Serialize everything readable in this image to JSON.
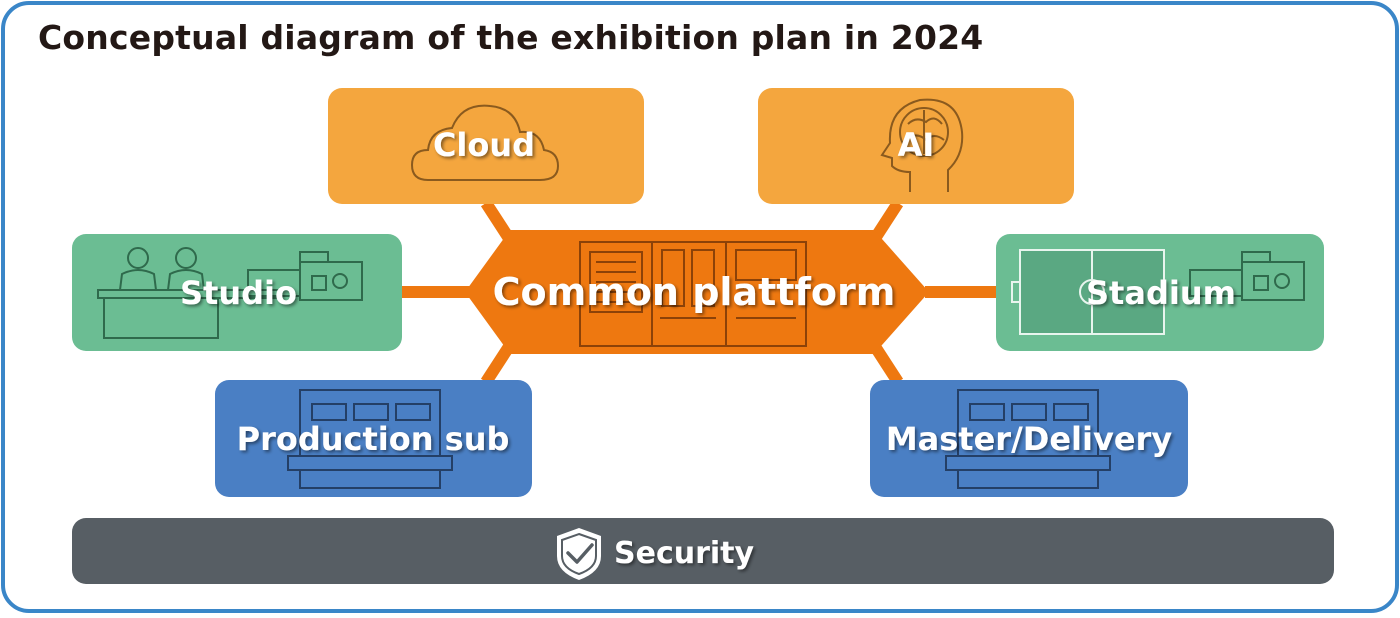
{
  "title": "Conceptual diagram of the exhibition plan in 2024",
  "center": {
    "label": "Common plattform",
    "color": "#ee7810"
  },
  "nodes": {
    "cloud": {
      "label": "Cloud",
      "color": "#f4a63e"
    },
    "ai": {
      "label": "AI",
      "color": "#f4a63e"
    },
    "studio": {
      "label": "Studio",
      "color": "#6bbd93"
    },
    "stadium": {
      "label": "Stadium",
      "color": "#6bbd93"
    },
    "production_sub": {
      "label": "Production sub",
      "color": "#4a7fc4"
    },
    "master_delivery": {
      "label": "Master/Delivery",
      "color": "#4a7fc4"
    }
  },
  "security": {
    "label": "Security",
    "color": "#575e64"
  },
  "frame_color": "#3a86c8",
  "connector_color": "#ee7810"
}
